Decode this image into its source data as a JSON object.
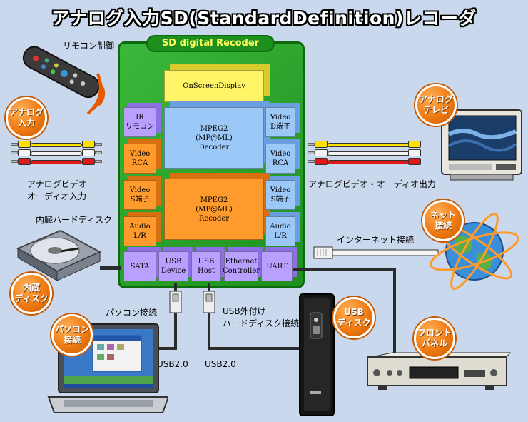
{
  "title": "アナログ入力SD(StandardDefinition)レコーダ",
  "board": {
    "label": "SD digital Recoder",
    "osd": "OnScreenDisplay",
    "decoder": "MPEG2\n(MP@ML)\nDecoder",
    "recoder": "MPEG2\n(MP@ML)\nRecoder",
    "left_blocks": [
      "IR\nリモコン",
      "Video\nRCA",
      "Video\nS端子",
      "Audio\nL/R"
    ],
    "right_blocks": [
      "Video\nD端子",
      "Video\nRCA",
      "Video\nS端子",
      "Audio\nL/R"
    ],
    "bottom_blocks": [
      "SATA",
      "USB\nDevice",
      "USB\nHost",
      "Ethernet\nController",
      "UART"
    ]
  },
  "badges": {
    "analog_in": "アナログ\n入力",
    "hdd_internal": "内蔵\nディスク",
    "pc": "パソコン\n接続",
    "usb_disk": "USB\nディスク",
    "analog_tv": "アナログ\nテレビ",
    "net": "ネット\n接続",
    "front_panel": "フロント\nパネル"
  },
  "labels": {
    "remote": "リモコン制御",
    "analog_av_in": "アナログビデオ\nオーディオ入力",
    "internal_hdd": "内臓ハードディスク",
    "pc_connect": "パソコン接続",
    "usb_ext": "USB外付け\nハードディスク接続",
    "usb20_a": "USB2.0",
    "usb20_b": "USB2.0",
    "analog_av_out": "アナログビデオ・オーディオ出力",
    "internet": "インターネット接続"
  },
  "colors": {
    "background": "#c9d8ec",
    "board": "#1d8f1d",
    "badge": "#f07a12",
    "cable_yellow": "#ffe100",
    "cable_white": "#f4f4f4",
    "cable_red": "#e01818"
  }
}
